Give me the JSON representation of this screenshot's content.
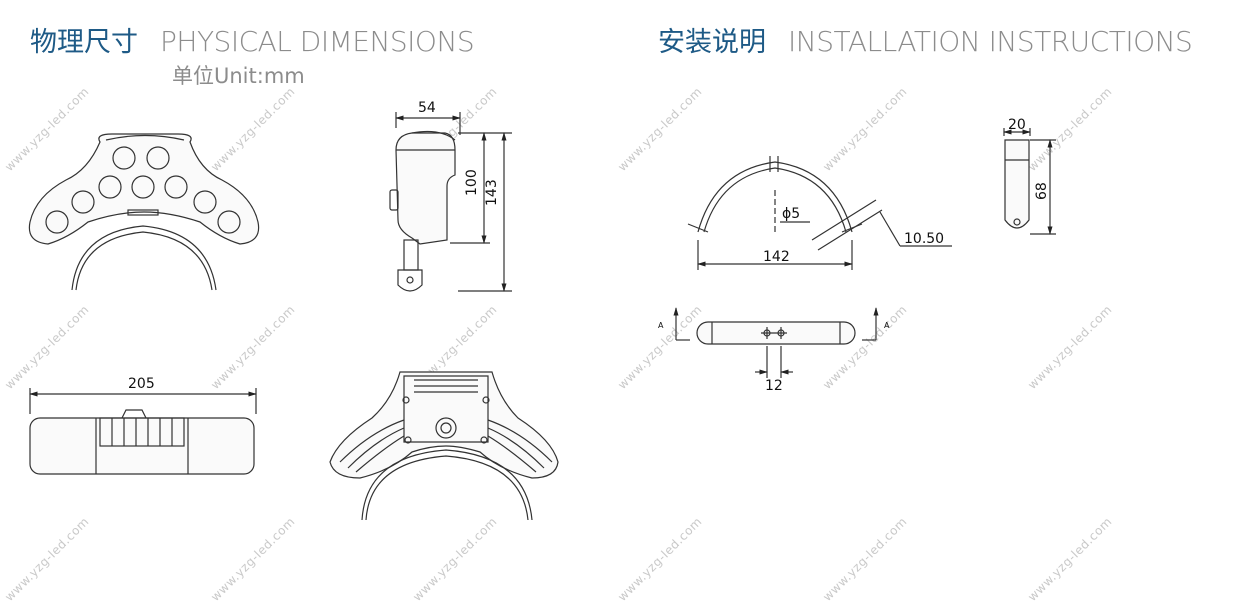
{
  "left_section": {
    "title_cn": "物理尺寸",
    "title_en": "PHYSICAL DIMENSIONS",
    "unit_label": "单位Unit:mm"
  },
  "right_section": {
    "title_cn": "安装说明",
    "title_en": "INSTALLATION INSTRUCTIONS"
  },
  "dimensions": {
    "side_width": "54",
    "side_body_height": "100",
    "side_total_height": "143",
    "bottom_length": "205",
    "bracket_span": "142",
    "hole_diameter": "ϕ5",
    "bracket_thickness": "10.50",
    "end_width": "20",
    "end_height": "68",
    "hole_spacing": "12",
    "section_a_left": "A",
    "section_a_right": "A"
  },
  "watermark": "www.yzg-led.com",
  "colors": {
    "heading_cn": "#1e5a86",
    "heading_en": "#8c8c8c",
    "line": "#333333",
    "watermark": "#c9c9c9"
  }
}
